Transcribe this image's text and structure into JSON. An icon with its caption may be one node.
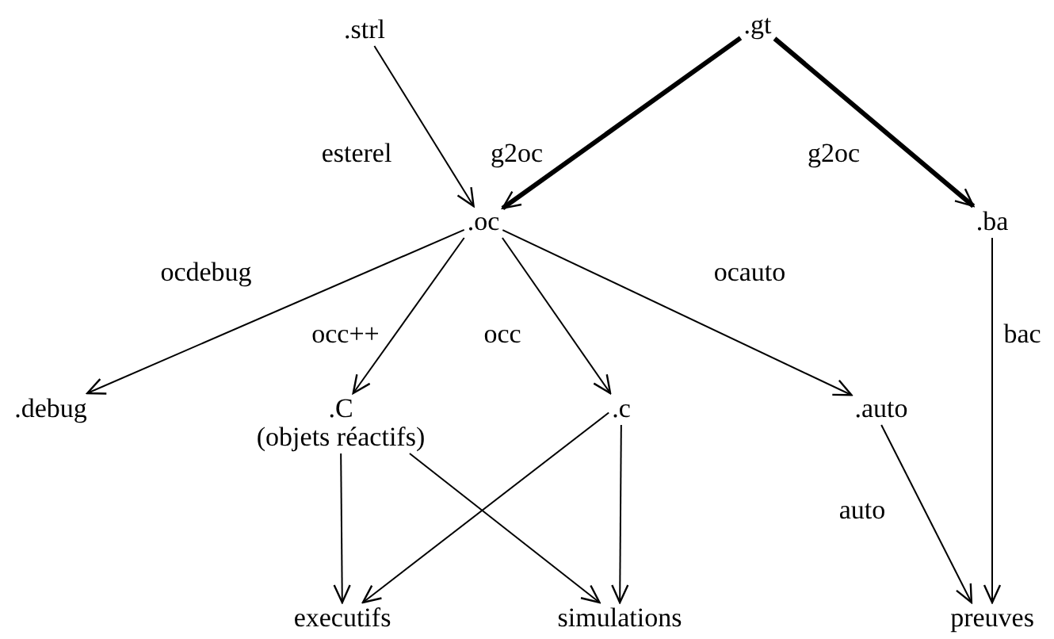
{
  "diagram": {
    "nodes": [
      {
        "text": [
          ".strl"
        ]
      },
      {
        "text": [
          ".gt"
        ]
      },
      {
        "text": [
          ".oc"
        ]
      },
      {
        "text": [
          ".ba"
        ]
      },
      {
        "text": [
          ".debug"
        ]
      },
      {
        "text": [
          ".C",
          "(objets réactifs)"
        ]
      },
      {
        "text": [
          ".c"
        ]
      },
      {
        "text": [
          ".auto"
        ]
      },
      {
        "text": [
          "executifs"
        ]
      },
      {
        "text": [
          "simulations"
        ]
      },
      {
        "text": [
          "preuves"
        ]
      }
    ],
    "edges": [
      {
        "from": 0,
        "to": 2,
        "arrow": "to",
        "label": "esterel"
      },
      {
        "from": 1,
        "to": 2,
        "arrow": "to",
        "label": "g2oc",
        "style": "thick"
      },
      {
        "from": 1,
        "to": 3,
        "arrow": "to",
        "label": "g2oc",
        "style": "thick"
      },
      {
        "from": 2,
        "to": 4,
        "arrow": "to",
        "label": "ocdebug"
      },
      {
        "from": 2,
        "to": 5,
        "arrow": "to",
        "label": "occ++"
      },
      {
        "from": 2,
        "to": 6,
        "arrow": "to",
        "label": "occ"
      },
      {
        "from": 2,
        "to": 7,
        "arrow": "to",
        "label": "ocauto"
      },
      {
        "from": 3,
        "to": 10,
        "arrow": "to",
        "label": "bac"
      },
      {
        "from": 5,
        "to": 8,
        "arrow": "to"
      },
      {
        "from": 5,
        "to": 9,
        "arrow": "to"
      },
      {
        "from": 6,
        "to": 8,
        "arrow": "to"
      },
      {
        "from": 6,
        "to": 9,
        "arrow": "to"
      },
      {
        "from": 7,
        "to": 10,
        "arrow": "to",
        "label": "auto"
      }
    ]
  }
}
